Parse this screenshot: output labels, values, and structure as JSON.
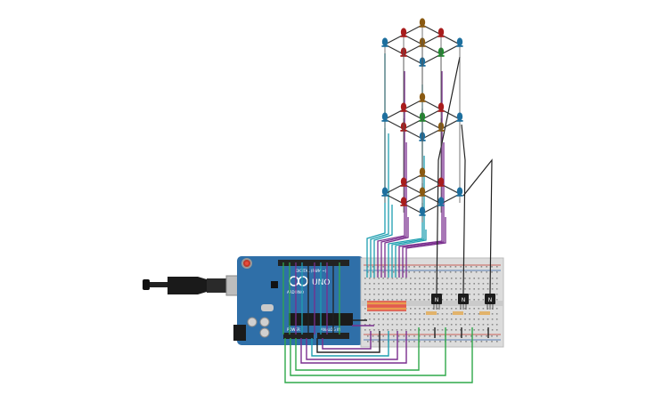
{
  "board": {
    "brand_text": "UNO",
    "label_digital": "DIGITAL (PWM ~)",
    "label_analog": "ANALOG IN",
    "label_power": "POWER",
    "label_arduino": "ARDUINO"
  },
  "transistors": [
    {
      "marking": "N"
    },
    {
      "marking": "N"
    },
    {
      "marking": "N"
    }
  ],
  "colors": {
    "board": "#2f6fa8",
    "breadboard": "#dcdcdc",
    "led_red": "#a81c1c",
    "led_blue": "#1d6f9e",
    "led_brown": "#8a5a12",
    "led_green": "#1f8a2e",
    "wire_teal": "#1e9fb0",
    "wire_purple": "#7a2e8e",
    "wire_green": "#2fa84a",
    "wire_black": "#222222"
  }
}
